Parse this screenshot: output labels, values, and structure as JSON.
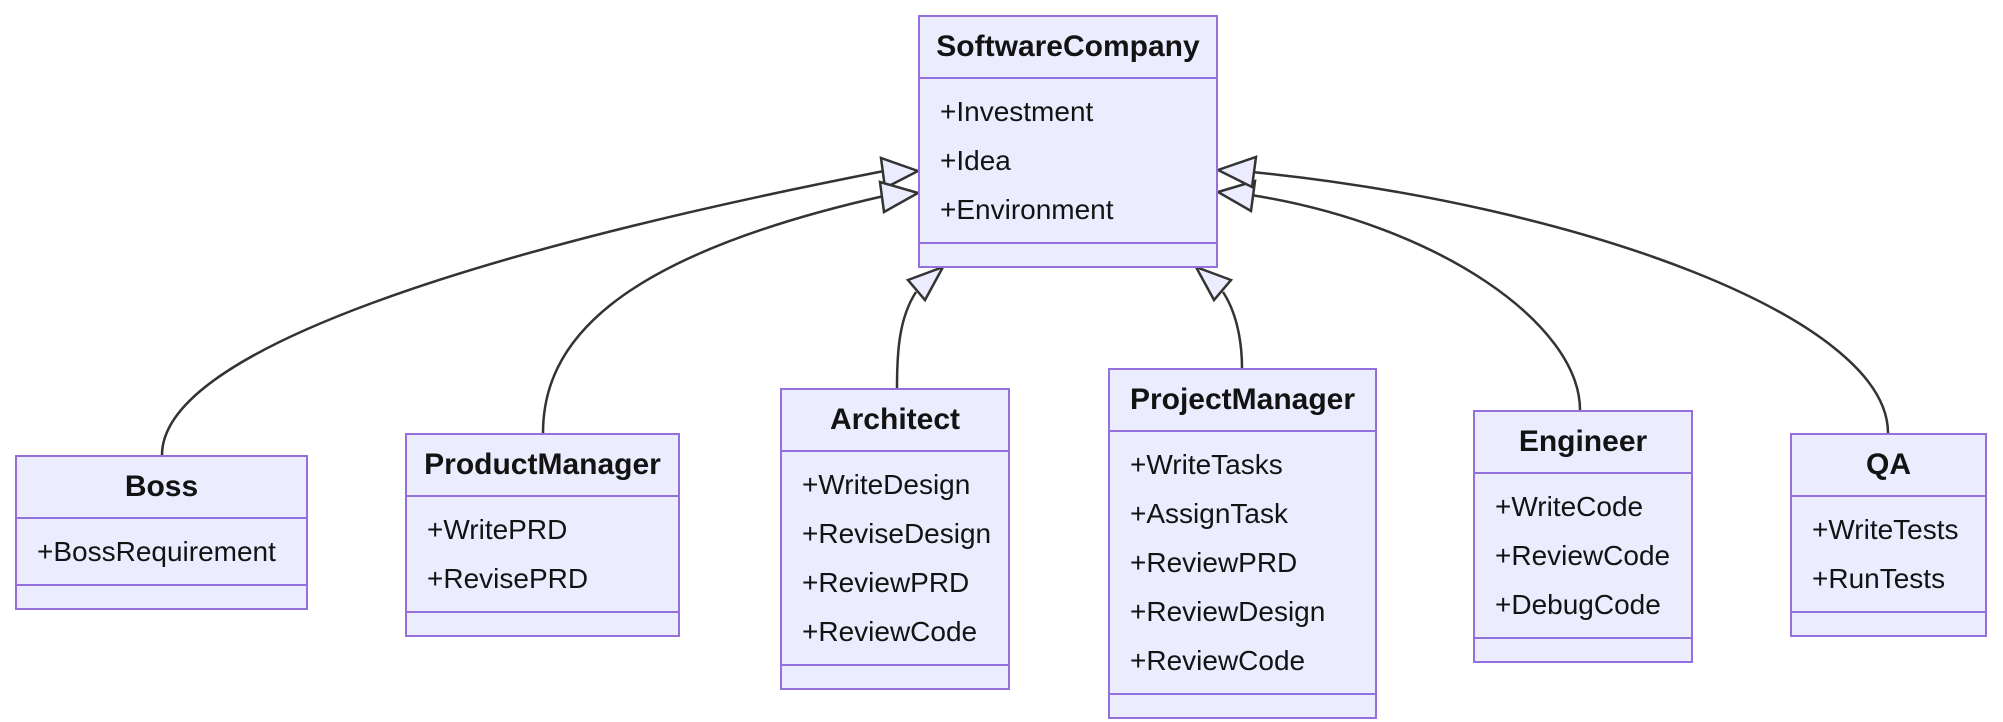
{
  "diagram": {
    "type": "uml-class-diagram",
    "background": "#ffffff",
    "colors": {
      "node_fill": "#ECECFF",
      "node_border": "#9370DB",
      "edge_stroke": "#333333",
      "text": "#131313"
    },
    "classes": [
      {
        "name": "SoftwareCompany",
        "attributes": [
          "+Investment",
          "+Idea",
          "+Environment"
        ],
        "methods": []
      },
      {
        "name": "Boss",
        "attributes": [
          "+BossRequirement"
        ],
        "methods": []
      },
      {
        "name": "ProductManager",
        "attributes": [
          "+WritePRD",
          "+RevisePRD"
        ],
        "methods": []
      },
      {
        "name": "Architect",
        "attributes": [
          "+WriteDesign",
          "+ReviseDesign",
          "+ReviewPRD",
          "+ReviewCode"
        ],
        "methods": []
      },
      {
        "name": "ProjectManager",
        "attributes": [
          "+WriteTasks",
          "+AssignTask",
          "+ReviewPRD",
          "+ReviewDesign",
          "+ReviewCode"
        ],
        "methods": []
      },
      {
        "name": "Engineer",
        "attributes": [
          "+WriteCode",
          "+ReviewCode",
          "+DebugCode"
        ],
        "methods": []
      },
      {
        "name": "QA",
        "attributes": [
          "+WriteTests",
          "+RunTests"
        ],
        "methods": []
      }
    ],
    "relationships": [
      {
        "from": "Boss",
        "to": "SoftwareCompany",
        "type": "inheritance"
      },
      {
        "from": "ProductManager",
        "to": "SoftwareCompany",
        "type": "inheritance"
      },
      {
        "from": "Architect",
        "to": "SoftwareCompany",
        "type": "inheritance"
      },
      {
        "from": "ProjectManager",
        "to": "SoftwareCompany",
        "type": "inheritance"
      },
      {
        "from": "Engineer",
        "to": "SoftwareCompany",
        "type": "inheritance"
      },
      {
        "from": "QA",
        "to": "SoftwareCompany",
        "type": "inheritance"
      }
    ]
  }
}
